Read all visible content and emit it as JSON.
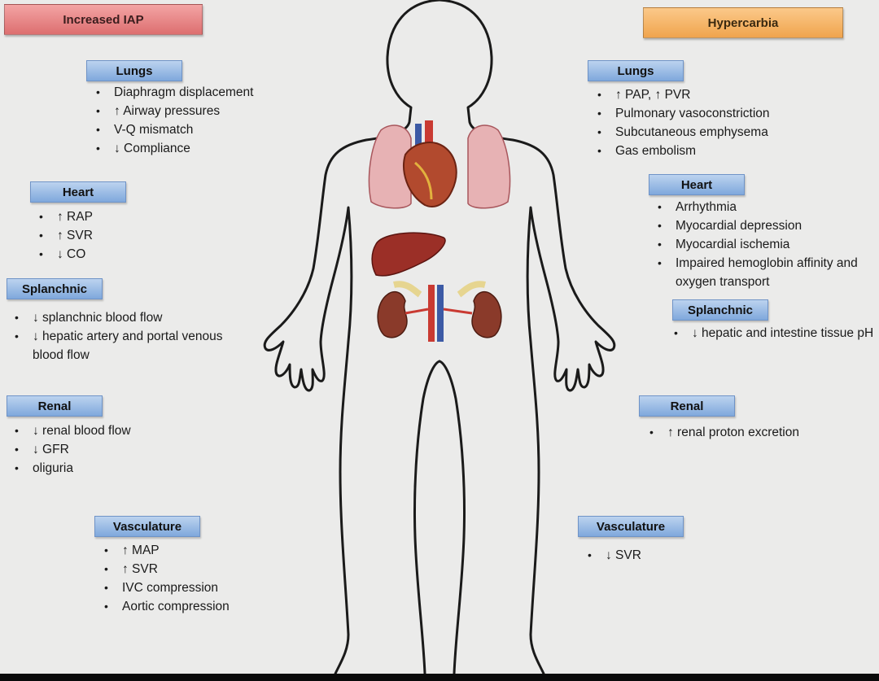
{
  "left": {
    "title": "Increased IAP",
    "lungs": {
      "label": "Lungs",
      "items": [
        "Diaphragm displacement",
        "↑ Airway pressures",
        "V-Q mismatch",
        "↓ Compliance"
      ]
    },
    "heart": {
      "label": "Heart",
      "items": [
        "↑ RAP",
        "↑ SVR",
        "↓ CO"
      ]
    },
    "splanchnic": {
      "label": "Splanchnic",
      "items": [
        "↓ splanchnic blood flow",
        "↓ hepatic artery and portal venous blood flow"
      ]
    },
    "renal": {
      "label": "Renal",
      "items": [
        "↓ renal blood flow",
        "↓ GFR",
        "oliguria"
      ]
    },
    "vasculature": {
      "label": "Vasculature",
      "items": [
        "↑ MAP",
        "↑ SVR",
        "IVC compression",
        "Aortic compression"
      ]
    }
  },
  "right": {
    "title": "Hypercarbia",
    "lungs": {
      "label": "Lungs",
      "items": [
        "↑ PAP, ↑ PVR",
        "Pulmonary vasoconstriction",
        "Subcutaneous emphysema",
        "Gas embolism"
      ]
    },
    "heart": {
      "label": "Heart",
      "items": [
        "Arrhythmia",
        "Myocardial depression",
        "Myocardial ischemia",
        "Impaired hemoglobin affinity and oxygen transport"
      ]
    },
    "splanchnic": {
      "label": "Splanchnic",
      "items": [
        "↓ hepatic and intestine tissue pH"
      ]
    },
    "renal": {
      "label": "Renal",
      "items": [
        "↑ renal proton excretion"
      ]
    },
    "vasculature": {
      "label": "Vasculature",
      "items": [
        "↓ SVR"
      ]
    }
  },
  "colors": {
    "left_header": "#e07e80",
    "right_header": "#f3b062",
    "label_box": "#9ebde6",
    "background": "#ebebea"
  }
}
